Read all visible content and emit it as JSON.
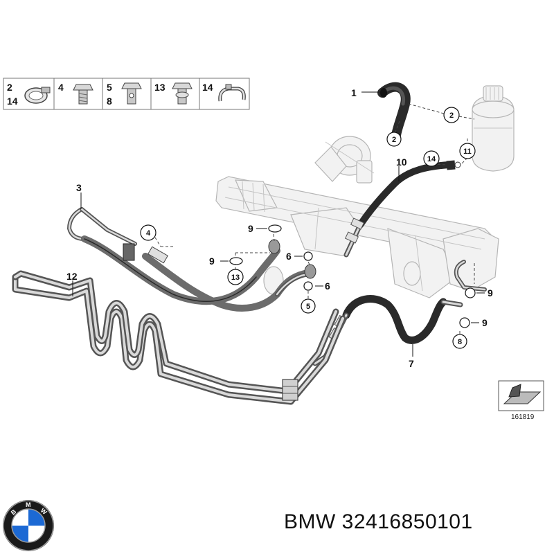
{
  "parts_table": [
    {
      "numbers": [
        "2",
        "14"
      ],
      "icon": "hose-clamp-icon"
    },
    {
      "numbers": [
        "4"
      ],
      "icon": "bolt-icon"
    },
    {
      "numbers": [
        "5",
        "8"
      ],
      "icon": "hollow-bolt-icon"
    },
    {
      "numbers": [
        "13"
      ],
      "icon": "banjo-bolt-icon"
    },
    {
      "numbers": [
        "14"
      ],
      "icon": "spring-clip-icon"
    }
  ],
  "callouts": {
    "plain": [
      "1",
      "3",
      "6",
      "6",
      "7",
      "9",
      "9",
      "9",
      "9",
      "10",
      "12"
    ],
    "circled": [
      "2",
      "2",
      "4",
      "5",
      "8",
      "11",
      "13",
      "14"
    ]
  },
  "catalog_number": "161819",
  "brand": {
    "logo_icon": "bmw-logo-icon",
    "logo_letters": "BMW",
    "colors": {
      "blue": "#1c69d4",
      "white": "#ffffff",
      "black": "#1a1a1a",
      "silver": "#9a9a9a"
    }
  },
  "caption": "BMW 32416850101"
}
